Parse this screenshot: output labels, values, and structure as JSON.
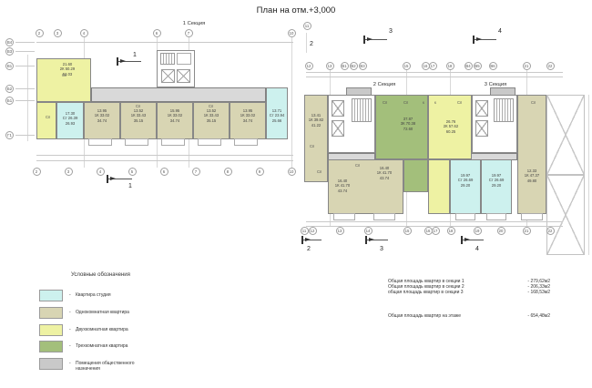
{
  "title": "План на отм.+3,000",
  "section_labels": {
    "s1": "1 Секция",
    "s2": "2 Секция",
    "s3": "3 Секция"
  },
  "markers": {
    "m1": "1",
    "m2": "2",
    "m3": "3",
    "m4": "4"
  },
  "axes": {
    "s1_top": [
      "2",
      "3",
      "4",
      "6",
      "7",
      "10"
    ],
    "s1_bottom": [
      "2",
      "3",
      "4",
      "5",
      "6",
      "7",
      "8",
      "9",
      "10"
    ],
    "s1_left": [
      "В4",
      "В3",
      "В1",
      "Б2",
      "Б1",
      "Г1"
    ],
    "r_corner": "11",
    "r_top": [
      "12",
      "13",
      "В1",
      "В2",
      "В3",
      "15",
      "16",
      "17",
      "18",
      "В4",
      "В5",
      "В6",
      "21",
      "22"
    ],
    "r_bottom": [
      "11",
      "12",
      "13",
      "14",
      "15",
      "16",
      "17",
      "18",
      "19",
      "20",
      "21",
      "22"
    ]
  },
  "rooms": {
    "sp": "Сп",
    "k": "к"
  },
  "apartments": {
    "s1_2k": {
      "lines": [
        "21.60",
        "2К 50.29",
        "52.03"
      ]
    },
    "s1_st_left": {
      "lines": [
        "17.30",
        "Ст 26.39",
        "26.93"
      ]
    },
    "s1_1k_1": {
      "lines": [
        "13.95",
        "1К 33.02",
        "34.74"
      ]
    },
    "s1_1k_2": {
      "lines": [
        "13.52",
        "1К 33.43",
        "35.15"
      ]
    },
    "s1_1k_3": {
      "lines": [
        "15.95",
        "1К 33.02",
        "34.74"
      ]
    },
    "s1_1k_4": {
      "lines": [
        "13.52",
        "1К 33.43",
        "35.15"
      ]
    },
    "s1_1k_5": {
      "lines": [
        "13.95",
        "1К 33.02",
        "34.74"
      ]
    },
    "s1_st_right": {
      "lines": [
        "13.71",
        "Ст 23.94",
        "25.66"
      ]
    },
    "s2_1k_left": {
      "lines": [
        "13.41",
        "1К 39.82",
        "41.22"
      ]
    },
    "s2_3k": {
      "lines": [
        "37.87",
        "3К 70.38",
        "72.60"
      ]
    },
    "s2_1k_a": {
      "lines": [
        "16.40",
        "1К 41.70",
        "43.74"
      ]
    },
    "s2_1k_b": {
      "lines": [
        "16.40",
        "1К 41.70",
        "43.74"
      ]
    },
    "s3_2k": {
      "lines": [
        "26.76",
        "2К 57.62",
        "60.25"
      ]
    },
    "s3_st_a": {
      "lines": [
        "19.97",
        "Ст 26.69",
        "29.20"
      ]
    },
    "s3_st_b": {
      "lines": [
        "19.97",
        "Ст 26.69",
        "29.20"
      ]
    },
    "s3_1k_right": {
      "lines": [
        "12.33",
        "1К 47.37",
        "49.80"
      ]
    }
  },
  "legend": {
    "title": "Условные обозначения",
    "bullet": "-",
    "items": [
      {
        "label": "Квартира студия",
        "color": "#cdf1ee"
      },
      {
        "label": "Однокомнатная квартира",
        "color": "#d8d5b3"
      },
      {
        "label": "Двухкомнатная квартира",
        "color": "#eef2a3"
      },
      {
        "label": "Трехкомнатная квартира",
        "color": "#a3bf7b"
      },
      {
        "label": "Помещения общественного назначения",
        "color": "#c9c9c9"
      }
    ]
  },
  "summary": {
    "rows": [
      {
        "label": "Общая площадь квартир в секции 1",
        "value": "- 279,62м2"
      },
      {
        "label": "Общая площадь квартир в секции 2",
        "value": "- 206,33м2"
      },
      {
        "label": "общая площадь квартир в секции 3",
        "value": "- 168,53м2"
      }
    ],
    "total": {
      "label": "Общая площадь квартир на этаже",
      "value": "- 654,48м2"
    }
  }
}
